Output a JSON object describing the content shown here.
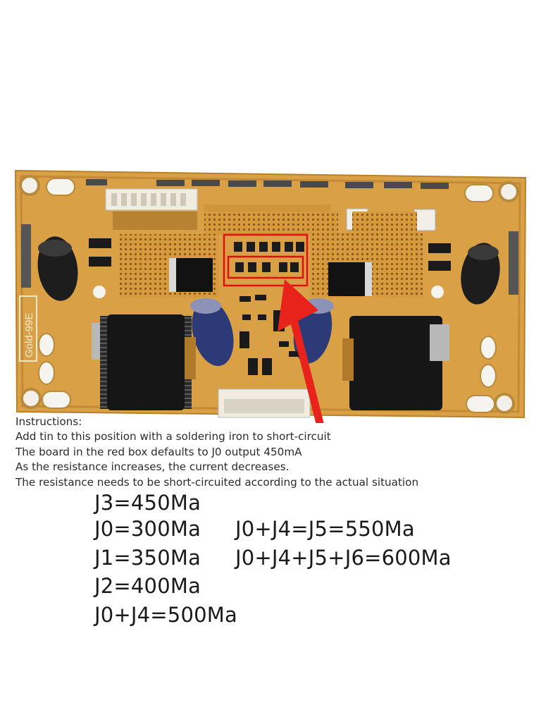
{
  "board": {
    "model_label": "Gold-99E",
    "red_box_color": "#e01010",
    "arrow_color": "#e8231b"
  },
  "instructions": {
    "title": "Instructions:",
    "lines": [
      "Add tin to this position with a soldering iron to short-circuit",
      "The board in the red box defaults to J0 output 450mA",
      "As the resistance increases, the current decreases.",
      "The resistance needs to be short-circuited according to the actual situation"
    ]
  },
  "current_settings": {
    "left_column": [
      "J3=450Ma",
      "J0=300Ma",
      "J1=350Ma",
      "J2=400Ma",
      "J0+J4=500Ma"
    ],
    "right_column": [
      "J0+J4=J5=550Ma",
      "J0+J4+J5+J6=600Ma"
    ]
  }
}
